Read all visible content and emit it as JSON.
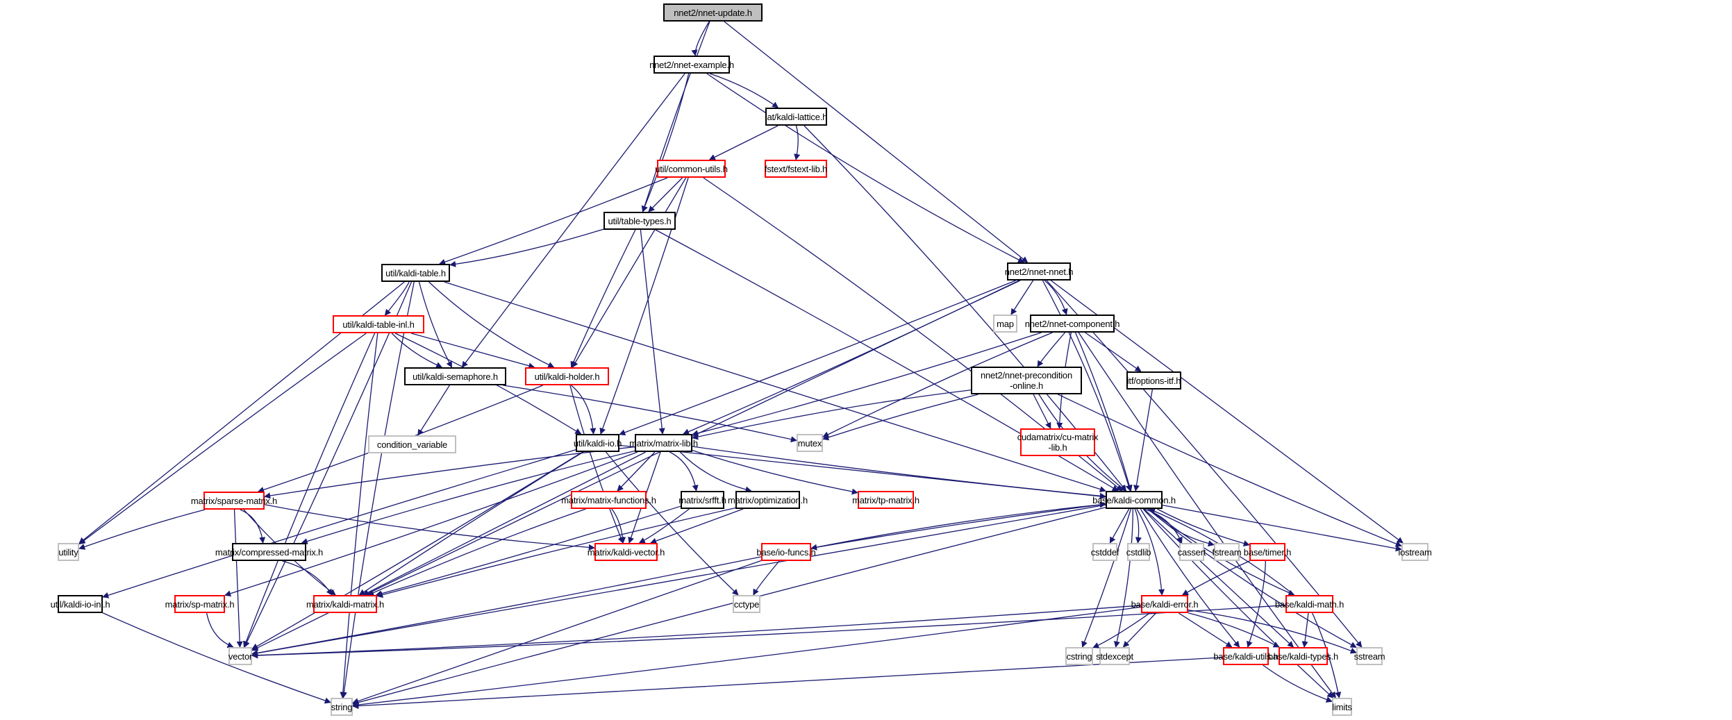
{
  "diagram": {
    "title": "nnet2/nnet-update.h include dependency graph",
    "colors": {
      "edge": "#191970",
      "root_fill": "#bfbfbf",
      "documented_border": "#000000",
      "undocumented_border": "#ff0000",
      "system_border": "#bfbfbf"
    },
    "nodes": [
      {
        "id": "nnet-update",
        "label": "nnet2/nnet-update.h",
        "kind": "root"
      },
      {
        "id": "nnet-example",
        "label": "nnet2/nnet-example.h",
        "kind": "normal"
      },
      {
        "id": "kaldi-lattice",
        "label": "lat/kaldi-lattice.h",
        "kind": "normal"
      },
      {
        "id": "common-utils",
        "label": "util/common-utils.h",
        "kind": "red"
      },
      {
        "id": "fstext-lib",
        "label": "fstext/fstext-lib.h",
        "kind": "red"
      },
      {
        "id": "table-types",
        "label": "util/table-types.h",
        "kind": "normal"
      },
      {
        "id": "kaldi-table",
        "label": "util/kaldi-table.h",
        "kind": "normal"
      },
      {
        "id": "nnet-nnet",
        "label": "nnet2/nnet-nnet.h",
        "kind": "normal"
      },
      {
        "id": "map",
        "label": "map",
        "kind": "grey"
      },
      {
        "id": "nnet-component",
        "label": "nnet2/nnet-component.h",
        "kind": "normal"
      },
      {
        "id": "kaldi-table-inl",
        "label": "util/kaldi-table-inl.h",
        "kind": "red"
      },
      {
        "id": "kaldi-semaphore",
        "label": "util/kaldi-semaphore.h",
        "kind": "normal"
      },
      {
        "id": "kaldi-holder",
        "label": "util/kaldi-holder.h",
        "kind": "red"
      },
      {
        "id": "nnet-precondition",
        "label": "nnet2/nnet-precondition\n-online.h",
        "kind": "normal"
      },
      {
        "id": "options-itf",
        "label": "itf/options-itf.h",
        "kind": "normal"
      },
      {
        "id": "condition_variable",
        "label": "condition_variable",
        "kind": "grey"
      },
      {
        "id": "kaldi-io",
        "label": "util/kaldi-io.h",
        "kind": "normal"
      },
      {
        "id": "matrix-lib",
        "label": "matrix/matrix-lib.h",
        "kind": "normal"
      },
      {
        "id": "mutex",
        "label": "mutex",
        "kind": "grey"
      },
      {
        "id": "cu-matrix-lib",
        "label": "cudamatrix/cu-matrix\n-lib.h",
        "kind": "red"
      },
      {
        "id": "sparse-matrix",
        "label": "matrix/sparse-matrix.h",
        "kind": "red"
      },
      {
        "id": "matrix-functions",
        "label": "matrix/matrix-functions.h",
        "kind": "red"
      },
      {
        "id": "srfft",
        "label": "matrix/srfft.h",
        "kind": "normal"
      },
      {
        "id": "optimization",
        "label": "matrix/optimization.h",
        "kind": "normal"
      },
      {
        "id": "tp-matrix",
        "label": "matrix/tp-matrix.h",
        "kind": "red"
      },
      {
        "id": "kaldi-common",
        "label": "base/kaldi-common.h",
        "kind": "normal"
      },
      {
        "id": "utility",
        "label": "utility",
        "kind": "grey"
      },
      {
        "id": "compressed-matrix",
        "label": "matrix/compressed-matrix.h",
        "kind": "normal"
      },
      {
        "id": "kaldi-vector",
        "label": "matrix/kaldi-vector.h",
        "kind": "red"
      },
      {
        "id": "io-funcs",
        "label": "base/io-funcs.h",
        "kind": "red"
      },
      {
        "id": "cstddef",
        "label": "cstddef",
        "kind": "grey"
      },
      {
        "id": "cstdlib",
        "label": "cstdlib",
        "kind": "grey"
      },
      {
        "id": "cassert",
        "label": "cassert",
        "kind": "grey"
      },
      {
        "id": "fstream",
        "label": "fstream",
        "kind": "grey"
      },
      {
        "id": "timer",
        "label": "base/timer.h",
        "kind": "red"
      },
      {
        "id": "iostream",
        "label": "iostream",
        "kind": "grey"
      },
      {
        "id": "kaldi-io-inl",
        "label": "util/kaldi-io-inl.h",
        "kind": "normal"
      },
      {
        "id": "sp-matrix",
        "label": "matrix/sp-matrix.h",
        "kind": "red"
      },
      {
        "id": "kaldi-matrix",
        "label": "matrix/kaldi-matrix.h",
        "kind": "red"
      },
      {
        "id": "cctype",
        "label": "cctype",
        "kind": "grey"
      },
      {
        "id": "kaldi-error",
        "label": "base/kaldi-error.h",
        "kind": "red"
      },
      {
        "id": "kaldi-math",
        "label": "base/kaldi-math.h",
        "kind": "red"
      },
      {
        "id": "vector",
        "label": "vector",
        "kind": "grey"
      },
      {
        "id": "cstring",
        "label": "cstring",
        "kind": "grey"
      },
      {
        "id": "stdexcept",
        "label": "stdexcept",
        "kind": "grey"
      },
      {
        "id": "kaldi-utils",
        "label": "base/kaldi-utils.h",
        "kind": "red"
      },
      {
        "id": "kaldi-types",
        "label": "base/kaldi-types.h",
        "kind": "red"
      },
      {
        "id": "sstream",
        "label": "sstream",
        "kind": "grey"
      },
      {
        "id": "string",
        "label": "string",
        "kind": "grey"
      },
      {
        "id": "limits",
        "label": "limits",
        "kind": "grey"
      }
    ],
    "edges": [
      [
        "nnet-update",
        "nnet-example"
      ],
      [
        "nnet-update",
        "table-types"
      ],
      [
        "nnet-update",
        "nnet-nnet"
      ],
      [
        "nnet-example",
        "kaldi-lattice"
      ],
      [
        "nnet-example",
        "table-types"
      ],
      [
        "nnet-example",
        "nnet-nnet"
      ],
      [
        "nnet-example",
        "kaldi-semaphore"
      ],
      [
        "kaldi-lattice",
        "common-utils"
      ],
      [
        "kaldi-lattice",
        "fstext-lib"
      ],
      [
        "kaldi-lattice",
        "kaldi-common"
      ],
      [
        "common-utils",
        "table-types"
      ],
      [
        "common-utils",
        "kaldi-table"
      ],
      [
        "common-utils",
        "kaldi-holder"
      ],
      [
        "common-utils",
        "kaldi-io"
      ],
      [
        "common-utils",
        "kaldi-common"
      ],
      [
        "table-types",
        "kaldi-table"
      ],
      [
        "table-types",
        "kaldi-holder"
      ],
      [
        "table-types",
        "matrix-lib"
      ],
      [
        "table-types",
        "kaldi-common"
      ],
      [
        "kaldi-table",
        "kaldi-table-inl"
      ],
      [
        "kaldi-table",
        "kaldi-holder"
      ],
      [
        "kaldi-table",
        "kaldi-semaphore"
      ],
      [
        "kaldi-table",
        "kaldi-common"
      ],
      [
        "kaldi-table",
        "utility"
      ],
      [
        "kaldi-table",
        "vector"
      ],
      [
        "kaldi-table",
        "string"
      ],
      [
        "kaldi-table-inl",
        "kaldi-semaphore"
      ],
      [
        "kaldi-table-inl",
        "kaldi-holder"
      ],
      [
        "kaldi-table-inl",
        "kaldi-io"
      ],
      [
        "kaldi-table-inl",
        "utility"
      ],
      [
        "kaldi-table-inl",
        "vector"
      ],
      [
        "kaldi-table-inl",
        "string"
      ],
      [
        "kaldi-semaphore",
        "condition_variable"
      ],
      [
        "kaldi-semaphore",
        "mutex"
      ],
      [
        "kaldi-holder",
        "kaldi-io"
      ],
      [
        "kaldi-holder",
        "sparse-matrix"
      ],
      [
        "kaldi-holder",
        "kaldi-vector"
      ],
      [
        "kaldi-io",
        "kaldi-common"
      ],
      [
        "kaldi-io",
        "kaldi-io-inl"
      ],
      [
        "kaldi-io",
        "kaldi-matrix"
      ],
      [
        "kaldi-io",
        "vector"
      ],
      [
        "kaldi-io",
        "cctype"
      ],
      [
        "nnet-nnet",
        "map"
      ],
      [
        "nnet-nnet",
        "nnet-component"
      ],
      [
        "nnet-nnet",
        "kaldi-common"
      ],
      [
        "nnet-nnet",
        "matrix-lib"
      ],
      [
        "nnet-nnet",
        "kaldi-io"
      ],
      [
        "nnet-nnet",
        "iostream"
      ],
      [
        "nnet-nnet",
        "sstream"
      ],
      [
        "nnet-nnet",
        "vector"
      ],
      [
        "nnet-component",
        "nnet-precondition"
      ],
      [
        "nnet-component",
        "cu-matrix-lib"
      ],
      [
        "nnet-component",
        "options-itf"
      ],
      [
        "nnet-component",
        "kaldi-common"
      ],
      [
        "nnet-component",
        "mutex"
      ],
      [
        "nnet-component",
        "matrix-lib"
      ],
      [
        "nnet-component",
        "limits"
      ],
      [
        "nnet-precondition",
        "cu-matrix-lib"
      ],
      [
        "nnet-precondition",
        "mutex"
      ],
      [
        "nnet-precondition",
        "matrix-lib"
      ],
      [
        "nnet-precondition",
        "kaldi-common"
      ],
      [
        "nnet-precondition",
        "iostream"
      ],
      [
        "options-itf",
        "kaldi-common"
      ],
      [
        "matrix-lib",
        "matrix-functions"
      ],
      [
        "matrix-lib",
        "srfft"
      ],
      [
        "matrix-lib",
        "optimization"
      ],
      [
        "matrix-lib",
        "tp-matrix"
      ],
      [
        "matrix-lib",
        "kaldi-vector"
      ],
      [
        "matrix-lib",
        "sparse-matrix"
      ],
      [
        "matrix-lib",
        "compressed-matrix"
      ],
      [
        "matrix-lib",
        "sp-matrix"
      ],
      [
        "matrix-lib",
        "kaldi-common"
      ],
      [
        "matrix-lib",
        "kaldi-matrix"
      ],
      [
        "sparse-matrix",
        "utility"
      ],
      [
        "sparse-matrix",
        "compressed-matrix"
      ],
      [
        "sparse-matrix",
        "kaldi-vector"
      ],
      [
        "sparse-matrix",
        "kaldi-matrix"
      ],
      [
        "sparse-matrix",
        "vector"
      ],
      [
        "matrix-functions",
        "kaldi-vector"
      ],
      [
        "matrix-functions",
        "kaldi-matrix"
      ],
      [
        "srfft",
        "kaldi-vector"
      ],
      [
        "srfft",
        "kaldi-matrix"
      ],
      [
        "optimization",
        "kaldi-vector"
      ],
      [
        "optimization",
        "kaldi-matrix"
      ],
      [
        "compressed-matrix",
        "kaldi-matrix"
      ],
      [
        "sp-matrix",
        "vector"
      ],
      [
        "kaldi-io-inl",
        "string"
      ],
      [
        "kaldi-common",
        "cstddef"
      ],
      [
        "kaldi-common",
        "cstdlib"
      ],
      [
        "kaldi-common",
        "cassert"
      ],
      [
        "kaldi-common",
        "fstream"
      ],
      [
        "kaldi-common",
        "timer"
      ],
      [
        "kaldi-common",
        "iostream"
      ],
      [
        "kaldi-common",
        "io-funcs"
      ],
      [
        "kaldi-common",
        "kaldi-error"
      ],
      [
        "kaldi-common",
        "kaldi-math"
      ],
      [
        "kaldi-common",
        "kaldi-utils"
      ],
      [
        "kaldi-common",
        "kaldi-types"
      ],
      [
        "kaldi-common",
        "cstring"
      ],
      [
        "kaldi-common",
        "stdexcept"
      ],
      [
        "kaldi-common",
        "sstream"
      ],
      [
        "kaldi-common",
        "limits"
      ],
      [
        "kaldi-common",
        "vector"
      ],
      [
        "kaldi-common",
        "string"
      ],
      [
        "io-funcs",
        "kaldi-common"
      ],
      [
        "io-funcs",
        "cctype"
      ],
      [
        "io-funcs",
        "vector"
      ],
      [
        "io-funcs",
        "string"
      ],
      [
        "timer",
        "kaldi-error"
      ],
      [
        "timer",
        "kaldi-utils"
      ],
      [
        "kaldi-error",
        "cstring"
      ],
      [
        "kaldi-error",
        "stdexcept"
      ],
      [
        "kaldi-error",
        "kaldi-utils"
      ],
      [
        "kaldi-error",
        "kaldi-types"
      ],
      [
        "kaldi-error",
        "sstream"
      ],
      [
        "kaldi-error",
        "vector"
      ],
      [
        "kaldi-error",
        "string"
      ],
      [
        "kaldi-math",
        "kaldi-types"
      ],
      [
        "kaldi-math",
        "limits"
      ],
      [
        "kaldi-math",
        "kaldi-common"
      ],
      [
        "kaldi-math",
        "vector"
      ],
      [
        "kaldi-utils",
        "limits"
      ],
      [
        "kaldi-utils",
        "string"
      ]
    ]
  }
}
